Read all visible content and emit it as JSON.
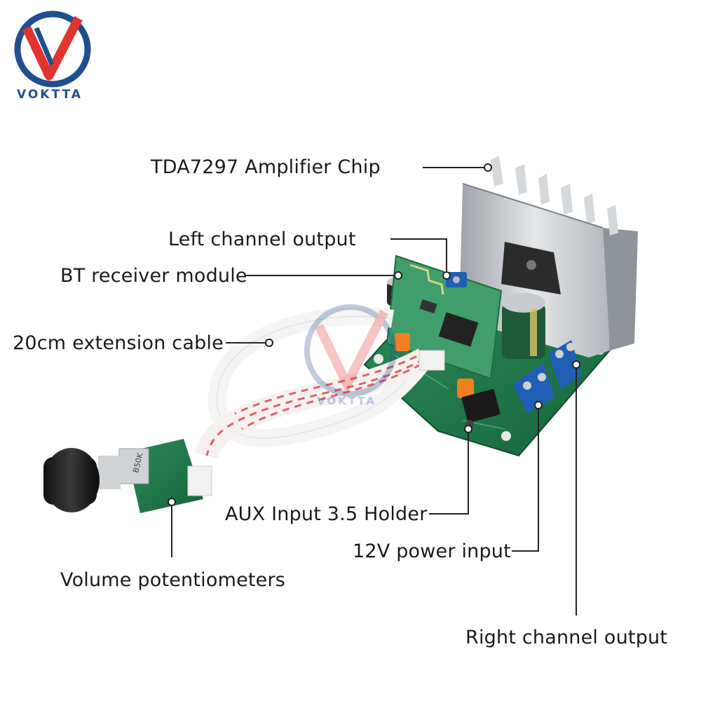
{
  "brand": {
    "name": "VOKTTA",
    "watermark": "VOKTTA",
    "primary_color": "#1f4f8f",
    "accent_color": "#e3342f"
  },
  "callouts": {
    "chip": "TDA7297 Amplifier Chip",
    "left_out": "Left channel output",
    "bt": "BT receiver module",
    "cable": "20cm extension cable",
    "aux": "AUX Input 3.5 Holder",
    "power": "12V power input",
    "volume": "Volume potentiometers",
    "right_out": "Right channel output"
  },
  "board": {
    "pot_marking": "B50K",
    "pcb_color": "#1f7a4a",
    "heatsink_color": "#c9ccd0",
    "terminal_color": "#1f5fb5"
  }
}
